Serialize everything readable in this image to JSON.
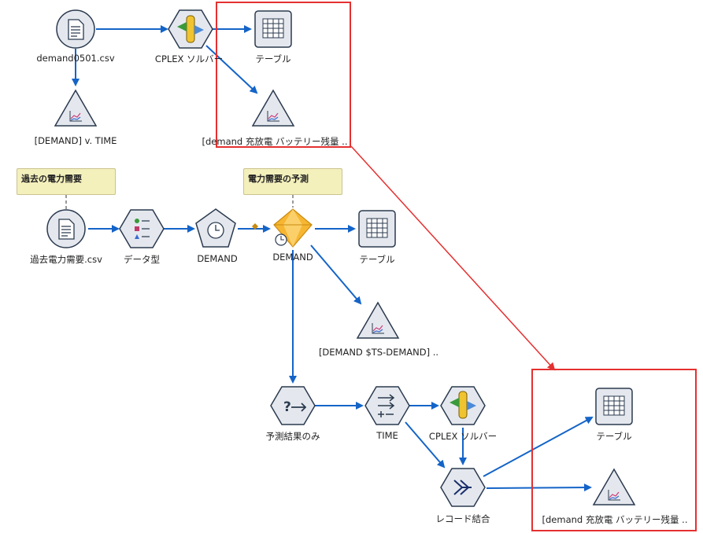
{
  "nodes": {
    "demand_csv": "demand0501.csv",
    "cplex_top": "CPLEX ソルバー",
    "table_top": "テーブル",
    "plot_demand_time": "[DEMAND] v. TIME",
    "plot_top_battery": "[demand 充放電 バッテリー残量 ..",
    "past_csv": "過去電力需要.csv",
    "type": "データ型",
    "demand_ts": "DEMAND",
    "demand_model": "DEMAND",
    "table_mid": "テーブル",
    "plot_ts_demand": "[DEMAND $TS-DEMAND] ..",
    "select_forecast": "予測結果のみ",
    "time": "TIME",
    "cplex_bottom": "CPLEX ソルバー",
    "merge": "レコード結合",
    "table_bottom": "テーブル",
    "plot_bottom_battery": "[demand 充放電 バッテリー残量 .."
  },
  "comments": {
    "past_demand": "過去の電力需要",
    "forecast": "電力需要の予測"
  },
  "colors": {
    "link": "#1464c8",
    "highlight": "#e53030",
    "node_fill": "#e4e8ee",
    "node_stroke": "#2b3a4f",
    "comment_bg": "#f4f0bc"
  }
}
